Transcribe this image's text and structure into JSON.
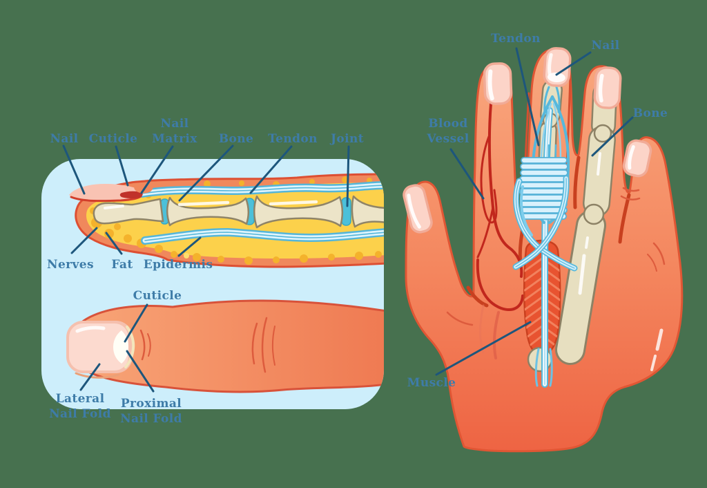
{
  "figure": {
    "title": "Finger and hand anatomy diagram",
    "colors": {
      "background": "#47714f",
      "panel_background": "#cdeefb",
      "label_text": "#3e7ca8",
      "leader_line": "#1d567c",
      "skin": "#f0885c",
      "skin_outline": "#dd4f33",
      "fat_yellow": "#fcd14b",
      "fat_dots": "#f4b22c",
      "bone_cream": "#ece4c8",
      "bone_outline": "#8f8468",
      "tendon_blue": "#56b8dc",
      "joint_teal": "#4cc0d9",
      "nail_pink": "#fcd4c8",
      "blood_vessel_red": "#c1271d",
      "muscle_red": "#e85330"
    }
  },
  "left_panel": {
    "description": "Finger cross-section (top) and fingertip top view (bottom) inside light blue rounded panel",
    "labels": [
      {
        "id": "nail-cross",
        "text": "Nail"
      },
      {
        "id": "cuticle-cross",
        "text": "Cuticle"
      },
      {
        "id": "nail-matrix",
        "text": "Nail\nMatrix"
      },
      {
        "id": "bone-cross",
        "text": "Bone"
      },
      {
        "id": "tendon-cross",
        "text": "Tendon"
      },
      {
        "id": "joint-cross",
        "text": "Joint"
      },
      {
        "id": "nerves",
        "text": "Nerves"
      },
      {
        "id": "fat",
        "text": "Fat"
      },
      {
        "id": "epidermis",
        "text": "Epidermis"
      },
      {
        "id": "cuticle-top-view",
        "text": "Cuticle"
      },
      {
        "id": "lateral-nail-fold",
        "text": "Lateral\nNail Fold"
      },
      {
        "id": "proximal-nail-fold",
        "text": "Proximal\nNail Fold"
      }
    ]
  },
  "right_panel": {
    "description": "Back of hand with cutaway showing tendon, bones, blood vessels and muscle",
    "labels": [
      {
        "id": "tendon-hand",
        "text": "Tendon"
      },
      {
        "id": "nail-hand",
        "text": "Nail"
      },
      {
        "id": "blood-vessel",
        "text": "Blood\nVessel"
      },
      {
        "id": "bone-hand",
        "text": "Bone"
      },
      {
        "id": "muscle",
        "text": "Muscle"
      }
    ]
  }
}
